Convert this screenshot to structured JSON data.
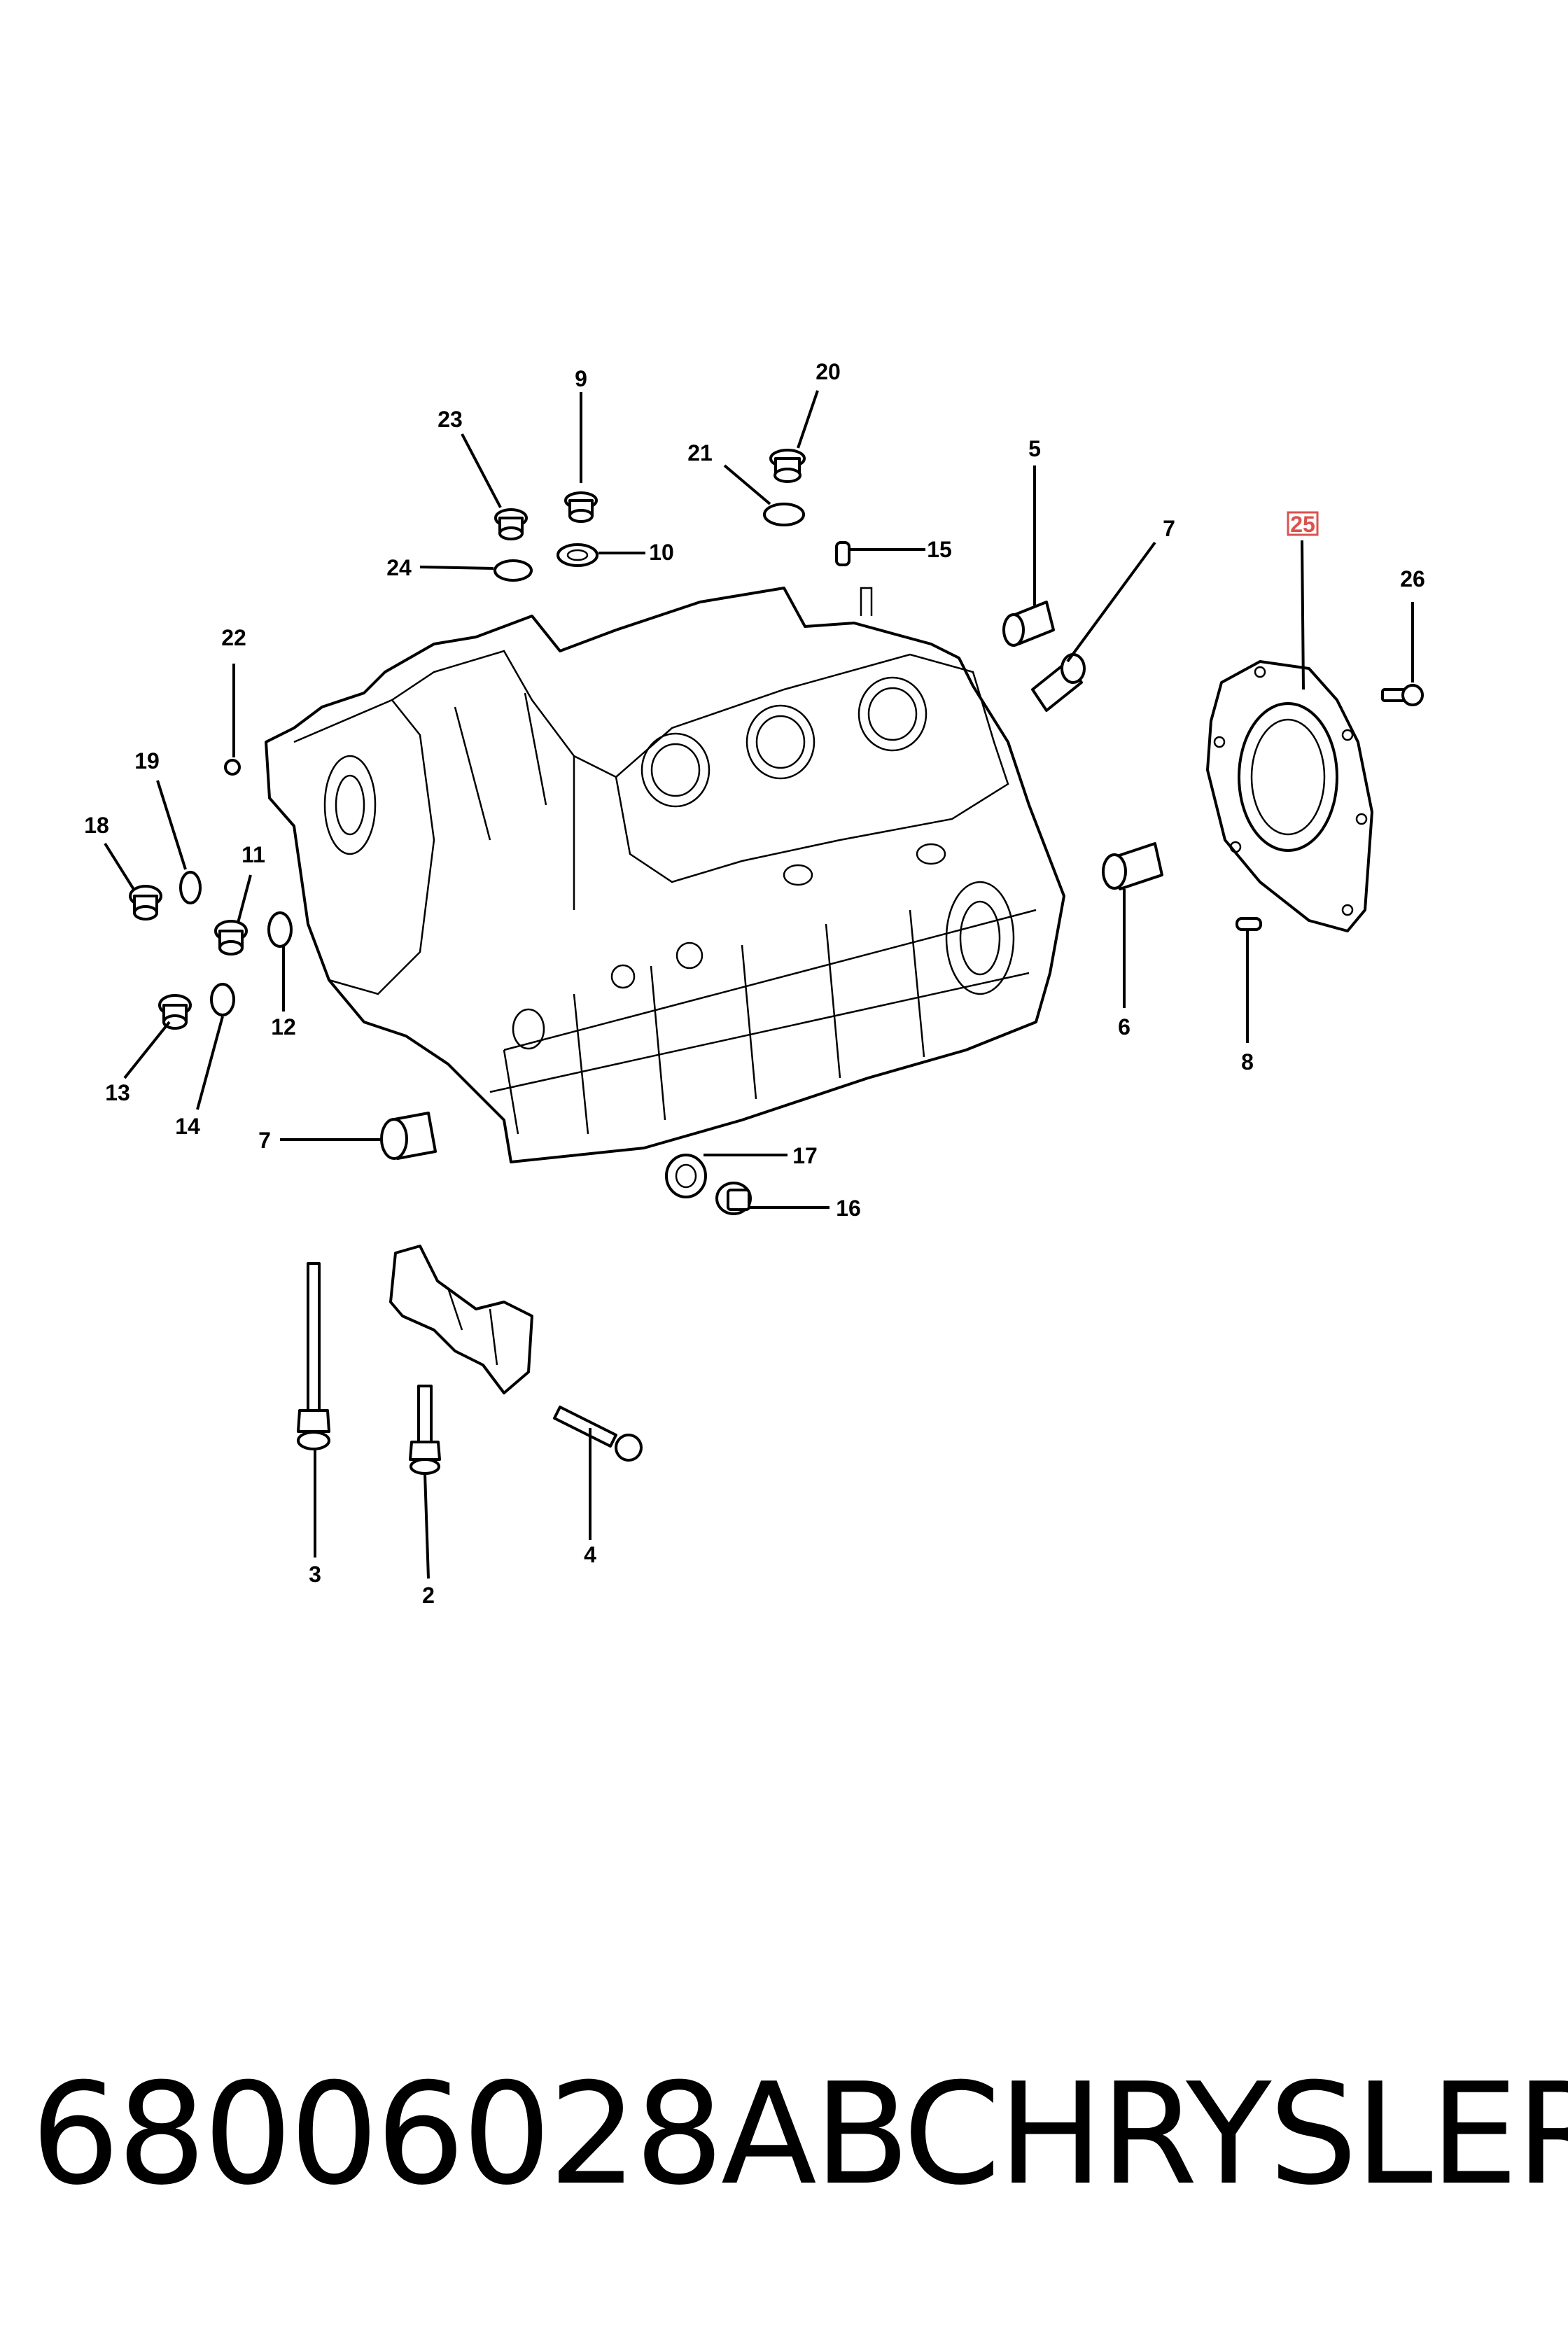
{
  "diagram": {
    "callouts": [
      {
        "id": "c9",
        "text": "9"
      },
      {
        "id": "c20",
        "text": "20"
      },
      {
        "id": "c23",
        "text": "23"
      },
      {
        "id": "c21",
        "text": "21"
      },
      {
        "id": "c5",
        "text": "5"
      },
      {
        "id": "c7a",
        "text": "7"
      },
      {
        "id": "c25",
        "text": "25",
        "highlighted": true
      },
      {
        "id": "c24",
        "text": "24"
      },
      {
        "id": "c10",
        "text": "10"
      },
      {
        "id": "c15",
        "text": "15"
      },
      {
        "id": "c26",
        "text": "26"
      },
      {
        "id": "c22",
        "text": "22"
      },
      {
        "id": "c19",
        "text": "19"
      },
      {
        "id": "c18",
        "text": "18"
      },
      {
        "id": "c11",
        "text": "11"
      },
      {
        "id": "c12",
        "text": "12"
      },
      {
        "id": "c13",
        "text": "13"
      },
      {
        "id": "c14",
        "text": "14"
      },
      {
        "id": "c6",
        "text": "6"
      },
      {
        "id": "c8",
        "text": "8"
      },
      {
        "id": "c7b",
        "text": "7"
      },
      {
        "id": "c17",
        "text": "17"
      },
      {
        "id": "c16",
        "text": "16"
      },
      {
        "id": "c3",
        "text": "3"
      },
      {
        "id": "c2",
        "text": "2"
      },
      {
        "id": "c4",
        "text": "4"
      }
    ],
    "highlight_color": "#d9534f"
  },
  "footer": {
    "part_number": "68006028AB",
    "brand": "CHRYSLER"
  }
}
